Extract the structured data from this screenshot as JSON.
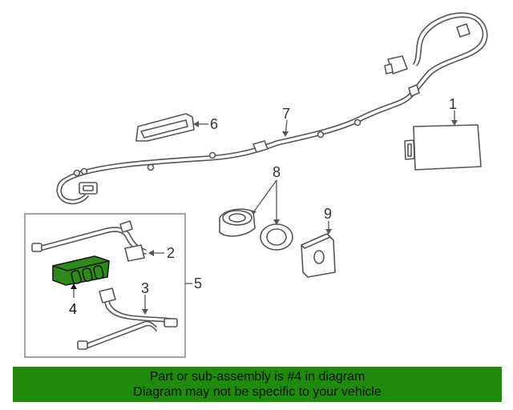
{
  "labels": {
    "part1": "1",
    "part2": "2",
    "part3": "3",
    "part4": "4",
    "part5": "5",
    "part6": "6",
    "part7": "7",
    "part8": "8",
    "part9": "9"
  },
  "footer": {
    "line1": "Part or sub-assembly is #4 in diagram",
    "line2": "Diagram may not be specific to your vehicle"
  },
  "colors": {
    "highlight": "#2f8a1c",
    "footer_bg": "#1f8a0e"
  }
}
